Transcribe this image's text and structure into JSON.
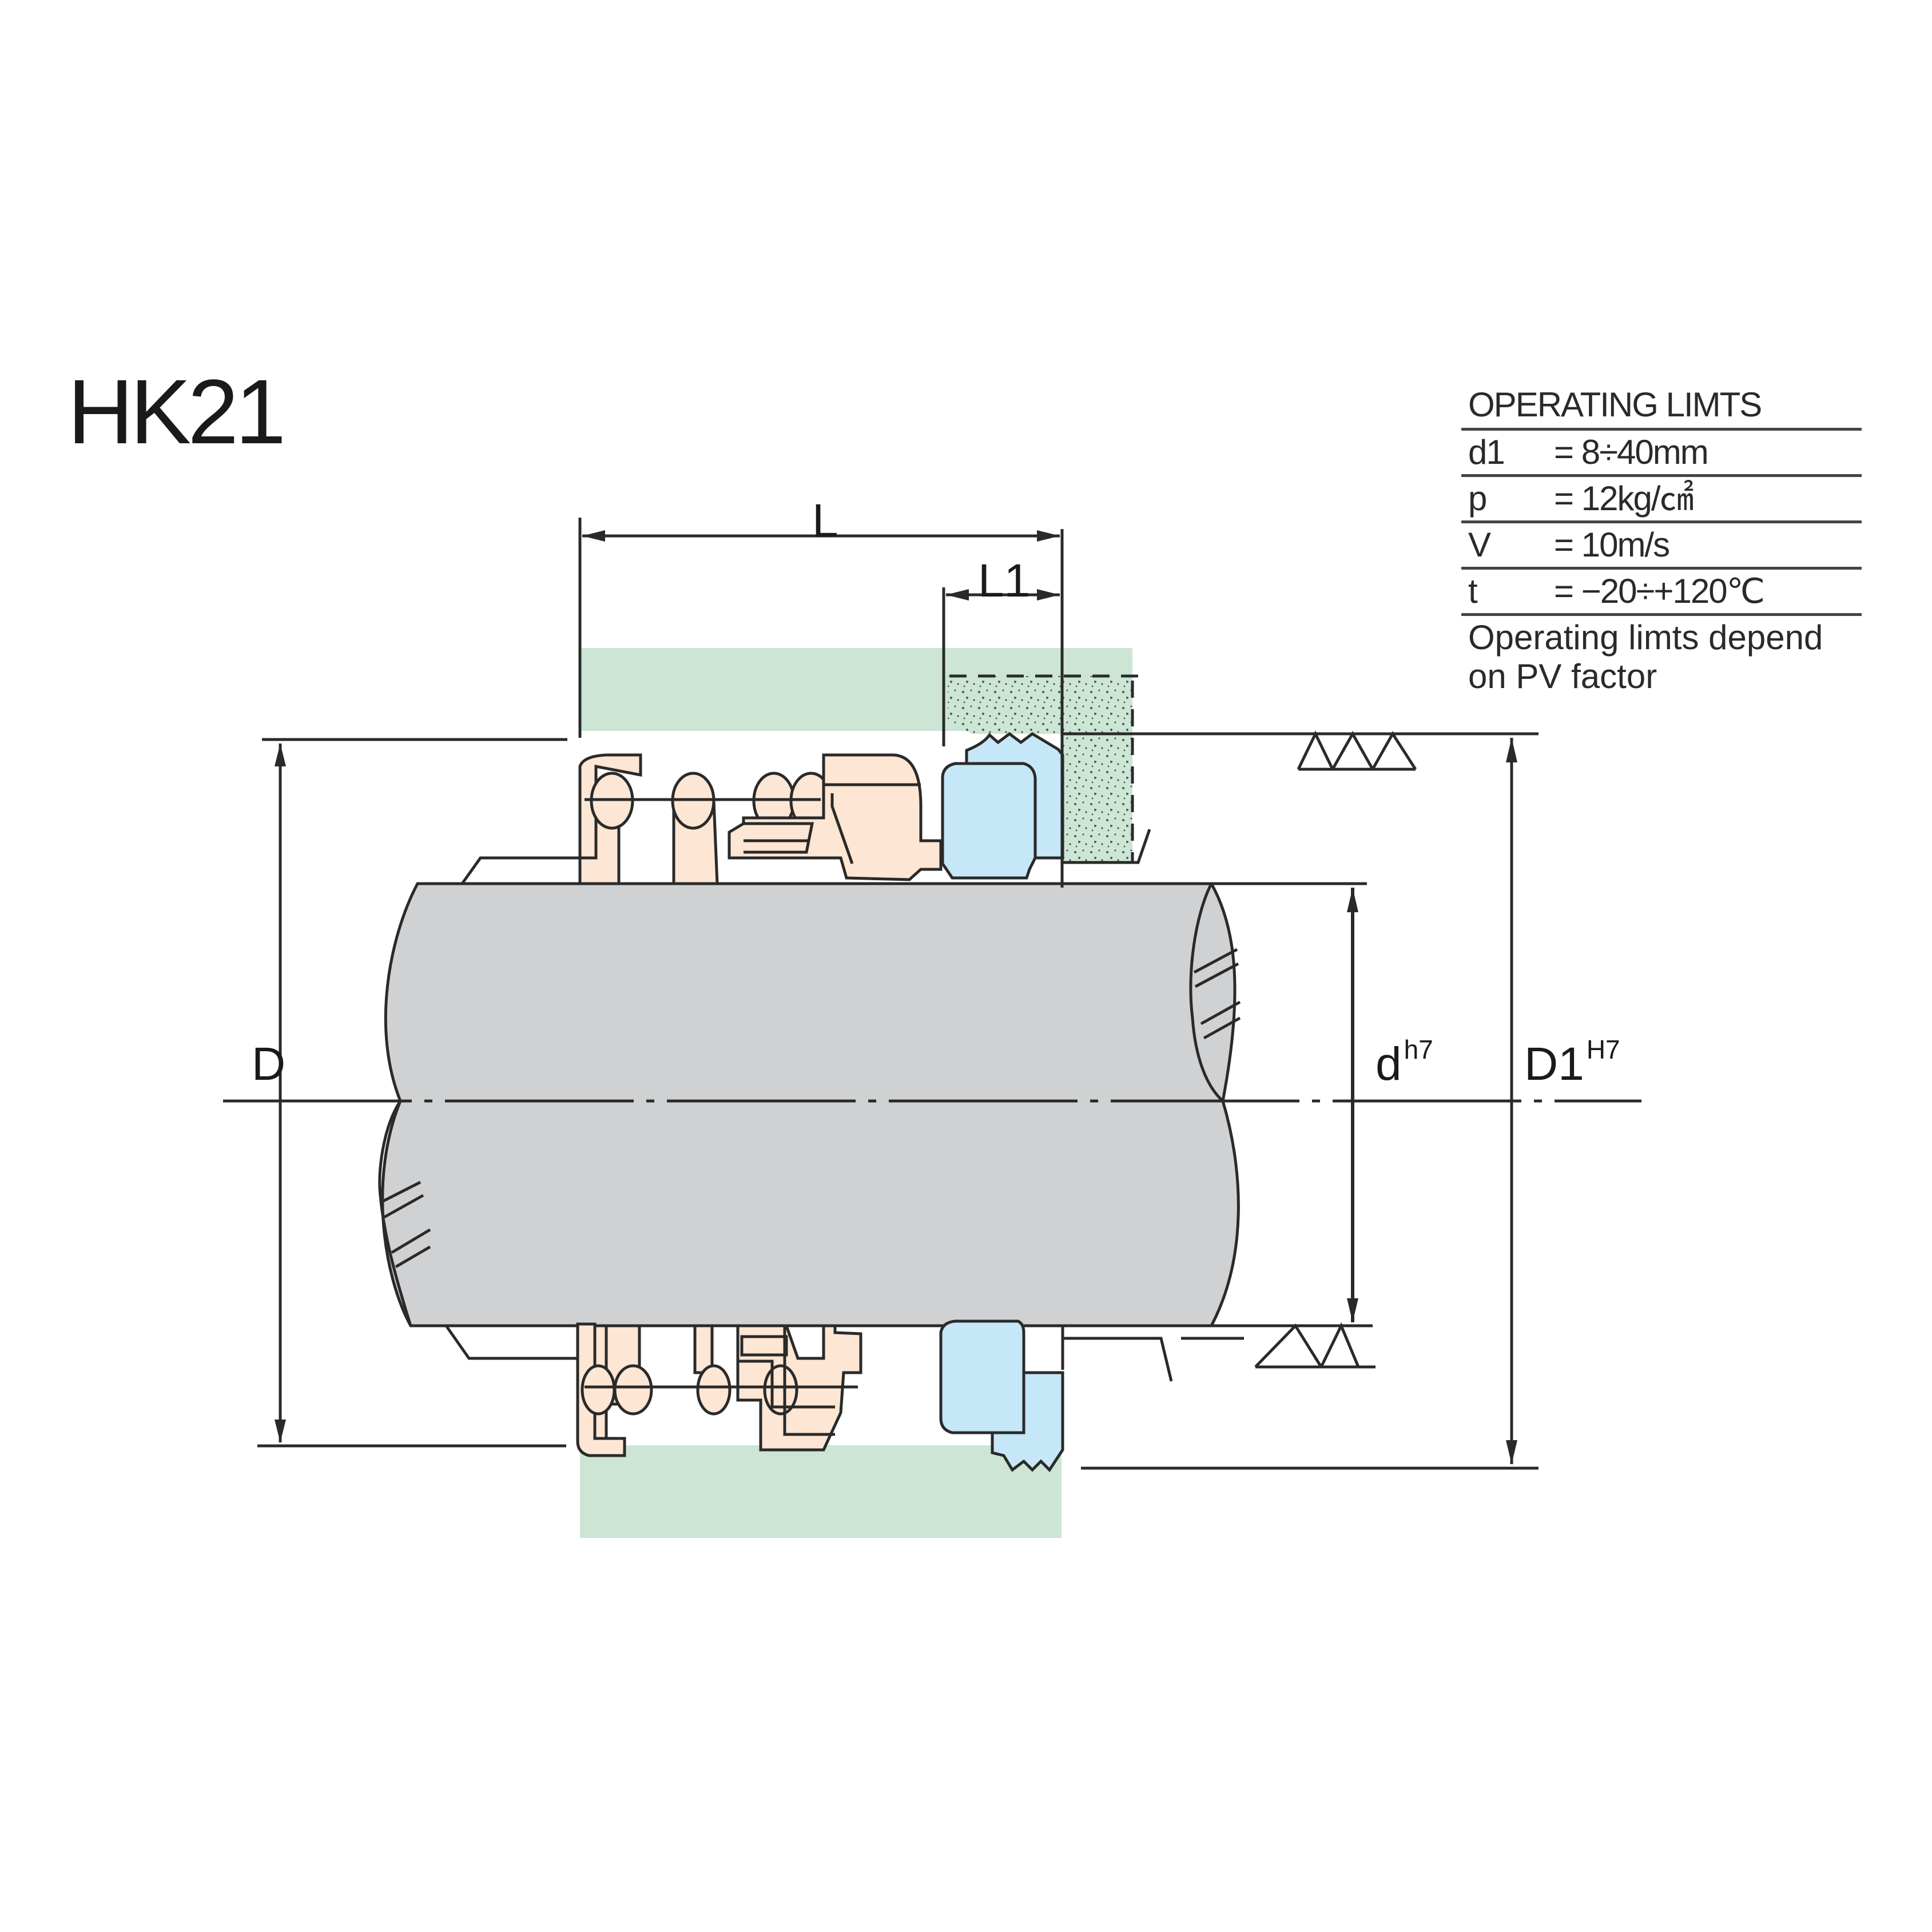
{
  "title": "HK21",
  "operating_limits": {
    "heading": "OPERATING LIMTS",
    "rows": [
      {
        "key": "d1",
        "value": "= 8÷40mm"
      },
      {
        "key": "p",
        "value": "= 12kg/㎠"
      },
      {
        "key": "V",
        "value": "= 10m/s"
      },
      {
        "key": "t",
        "value": "= −20÷+120℃"
      }
    ],
    "note_line1": "Operating limts depend",
    "note_line2": "on PV factor"
  },
  "dimensions": {
    "L": "L",
    "L1": "L1",
    "D": "D",
    "d": "d",
    "d_tol": "h7",
    "D1": "D1",
    "D1_tol": "H7"
  },
  "colors": {
    "shaft": "#d0d1d3",
    "housing": "#cce5d5",
    "spring_parts": "#fde6d4",
    "seat_rubber": "#c5e7f7",
    "stationary_ring": "#cce5d5",
    "line": "#2a2a2a"
  }
}
